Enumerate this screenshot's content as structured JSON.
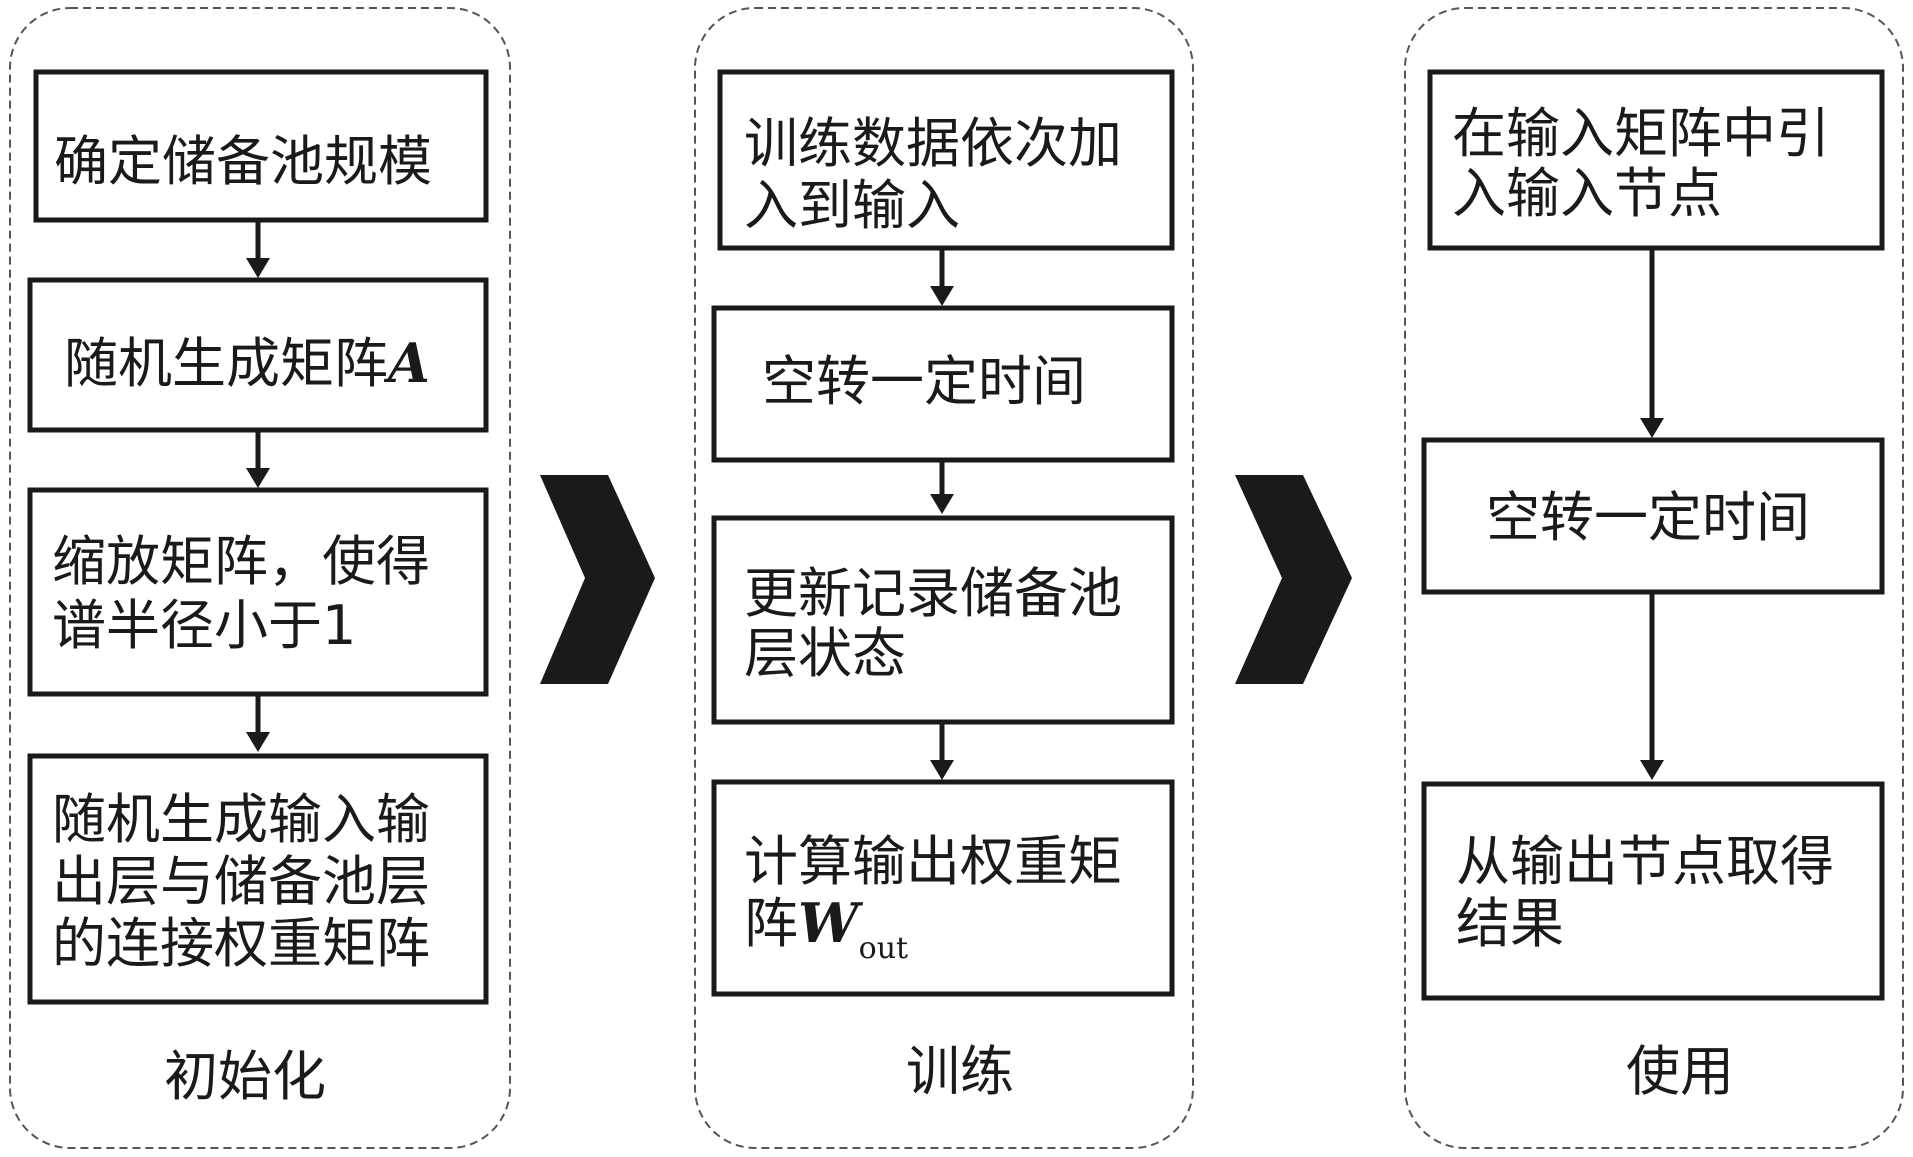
{
  "stages": [
    {
      "label": "初始化",
      "steps": [
        {
          "lines": [
            "确定储备池规模"
          ]
        },
        {
          "lines": [
            "随机生成矩阵"
          ],
          "math": "A"
        },
        {
          "lines": [
            "缩放矩阵，使得",
            "谱半径小于1"
          ]
        },
        {
          "lines": [
            "随机生成输入输",
            "出层与储备池层",
            "的连接权重矩阵"
          ]
        }
      ]
    },
    {
      "label": "训练",
      "steps": [
        {
          "lines": [
            "训练数据依次加",
            "入到输入"
          ]
        },
        {
          "lines": [
            "空转一定时间"
          ]
        },
        {
          "lines": [
            "更新记录储备池",
            "层状态"
          ]
        },
        {
          "lines": [
            "计算输出权重矩",
            "阵"
          ],
          "math": "W",
          "subscript": "out"
        }
      ]
    },
    {
      "label": "使用",
      "steps": [
        {
          "lines": [
            "在输入矩阵中引",
            "入输入节点"
          ]
        },
        {
          "lines": [
            "空转一定时间"
          ]
        },
        {
          "lines": [
            "从输出节点取得",
            "结果"
          ]
        }
      ]
    }
  ]
}
